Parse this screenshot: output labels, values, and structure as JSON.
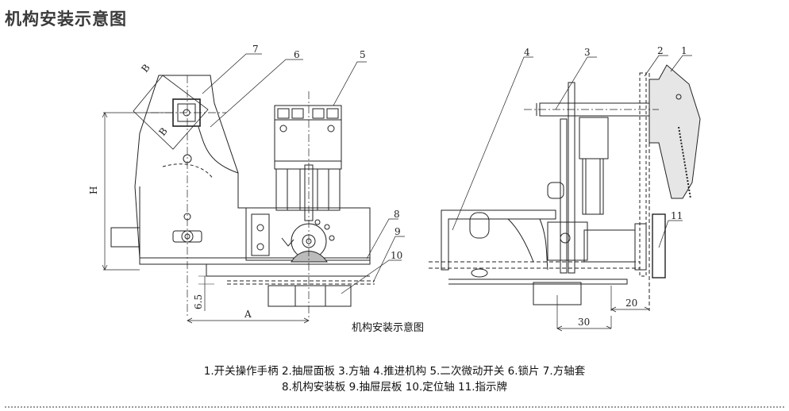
{
  "page_title": "机构安装示意图",
  "figure_caption": "机构安装示意图",
  "legend_line1": "1.开关操作手柄 2.抽屉面板 3.方轴 4.推进机构 5.二次微动开关 6.锁片 7.方轴套",
  "legend_line2": "8.机构安装板 9.抽屉层板 10.定位轴 11.指示牌",
  "callouts": {
    "n1": "1",
    "n2": "2",
    "n3": "3",
    "n4": "4",
    "n5": "5",
    "n6": "6",
    "n7": "7",
    "n8": "8",
    "n9": "9",
    "n10": "10",
    "n11": "11"
  },
  "dimensions": {
    "H": "H",
    "A": "A",
    "B_top": "B",
    "B_bottom": "B",
    "d65": "6.5",
    "d20": "20",
    "d30": "30"
  }
}
